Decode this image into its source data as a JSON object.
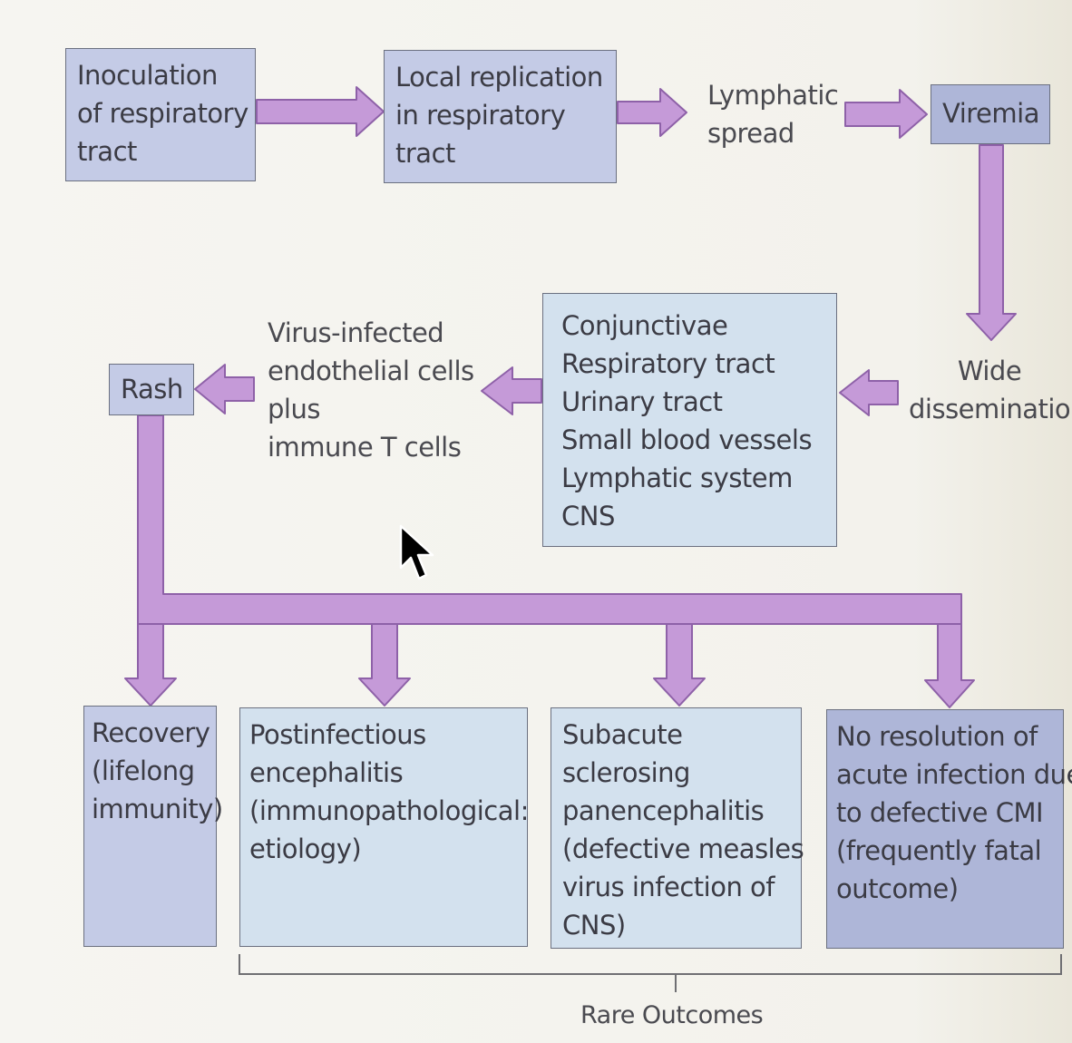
{
  "diagram": {
    "boxes": {
      "inoculation": [
        "Inoculation",
        "of respiratory",
        "tract"
      ],
      "local_replication": [
        "Local replication",
        "in respiratory",
        "tract"
      ],
      "viremia": [
        "Viremia"
      ],
      "sites": [
        "Conjunctivae",
        "Respiratory tract",
        "Urinary tract",
        "Small blood vessels",
        "Lymphatic system",
        "CNS"
      ],
      "rash": [
        "Rash"
      ],
      "recovery": [
        "Recovery",
        "(lifelong",
        "immunity)"
      ],
      "postinfectious": [
        "Postinfectious",
        "encephalitis",
        "(immunopathological:",
        "etiology)"
      ],
      "sspe": [
        "Subacute",
        "sclerosing",
        "panencephalitis",
        "(defective measles",
        "virus infection of",
        "CNS)"
      ],
      "no_resolution": [
        "No resolution of",
        "acute infection due",
        "to defective CMI",
        "(frequently fatal",
        "outcome)"
      ]
    },
    "labels": {
      "lymphatic_spread": [
        "Lymphatic",
        "spread"
      ],
      "wide_dissemination": [
        "Wide",
        "dissemination"
      ],
      "virus_infected": [
        "Virus-infected",
        "endothelial cells",
        "plus",
        "immune T cells"
      ],
      "rare_outcomes": "Rare Outcomes"
    },
    "colors": {
      "arrow_fill": "#c59ad8",
      "arrow_stroke": "#8e61a8",
      "box_border": "#6b7080"
    }
  }
}
